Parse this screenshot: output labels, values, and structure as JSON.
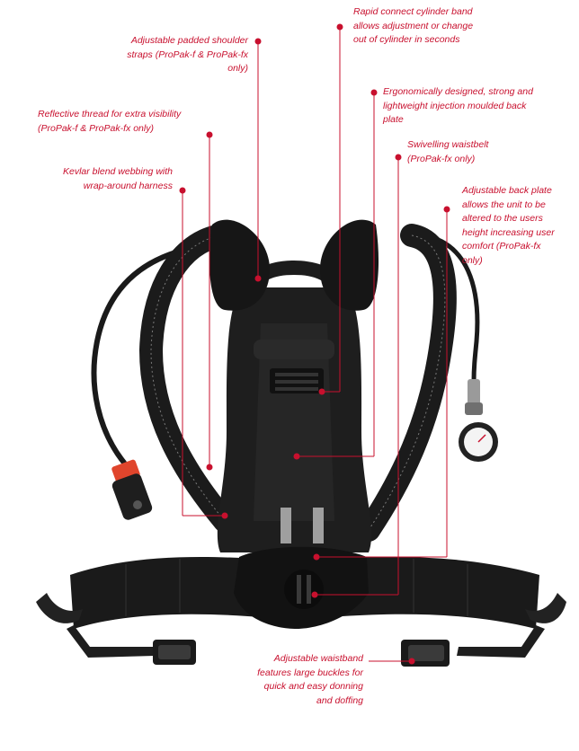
{
  "accent_color": "#c8102e",
  "callouts": {
    "shoulder_straps": {
      "text": "Adjustable padded shoulder\nstraps (ProPak-f & ProPak-fx\nonly)"
    },
    "cylinder_band": {
      "text": "Rapid connect cylinder band\nallows adjustment or change\nout of cylinder in seconds"
    },
    "back_plate": {
      "text": "Ergonomically designed, strong and\nlightweight injection moulded back\nplate"
    },
    "reflective_thread": {
      "text": "Reflective thread for extra visibility\n(ProPak-f & ProPak-fx only)"
    },
    "swivelling_waistbelt": {
      "text": "Swivelling waistbelt\n(ProPak-fx only)"
    },
    "kevlar_webbing": {
      "text": "Kevlar blend webbing with\nwrap-around harness"
    },
    "adjustable_back_plate": {
      "text": "Adjustable back plate\nallows the unit to be\naltered to the users\nheight increasing user\ncomfort (ProPak-fx\nonly)"
    },
    "waistband": {
      "text": "Adjustable waistband\nfeatures large buckles for\nquick and easy donning\nand doffing"
    }
  }
}
